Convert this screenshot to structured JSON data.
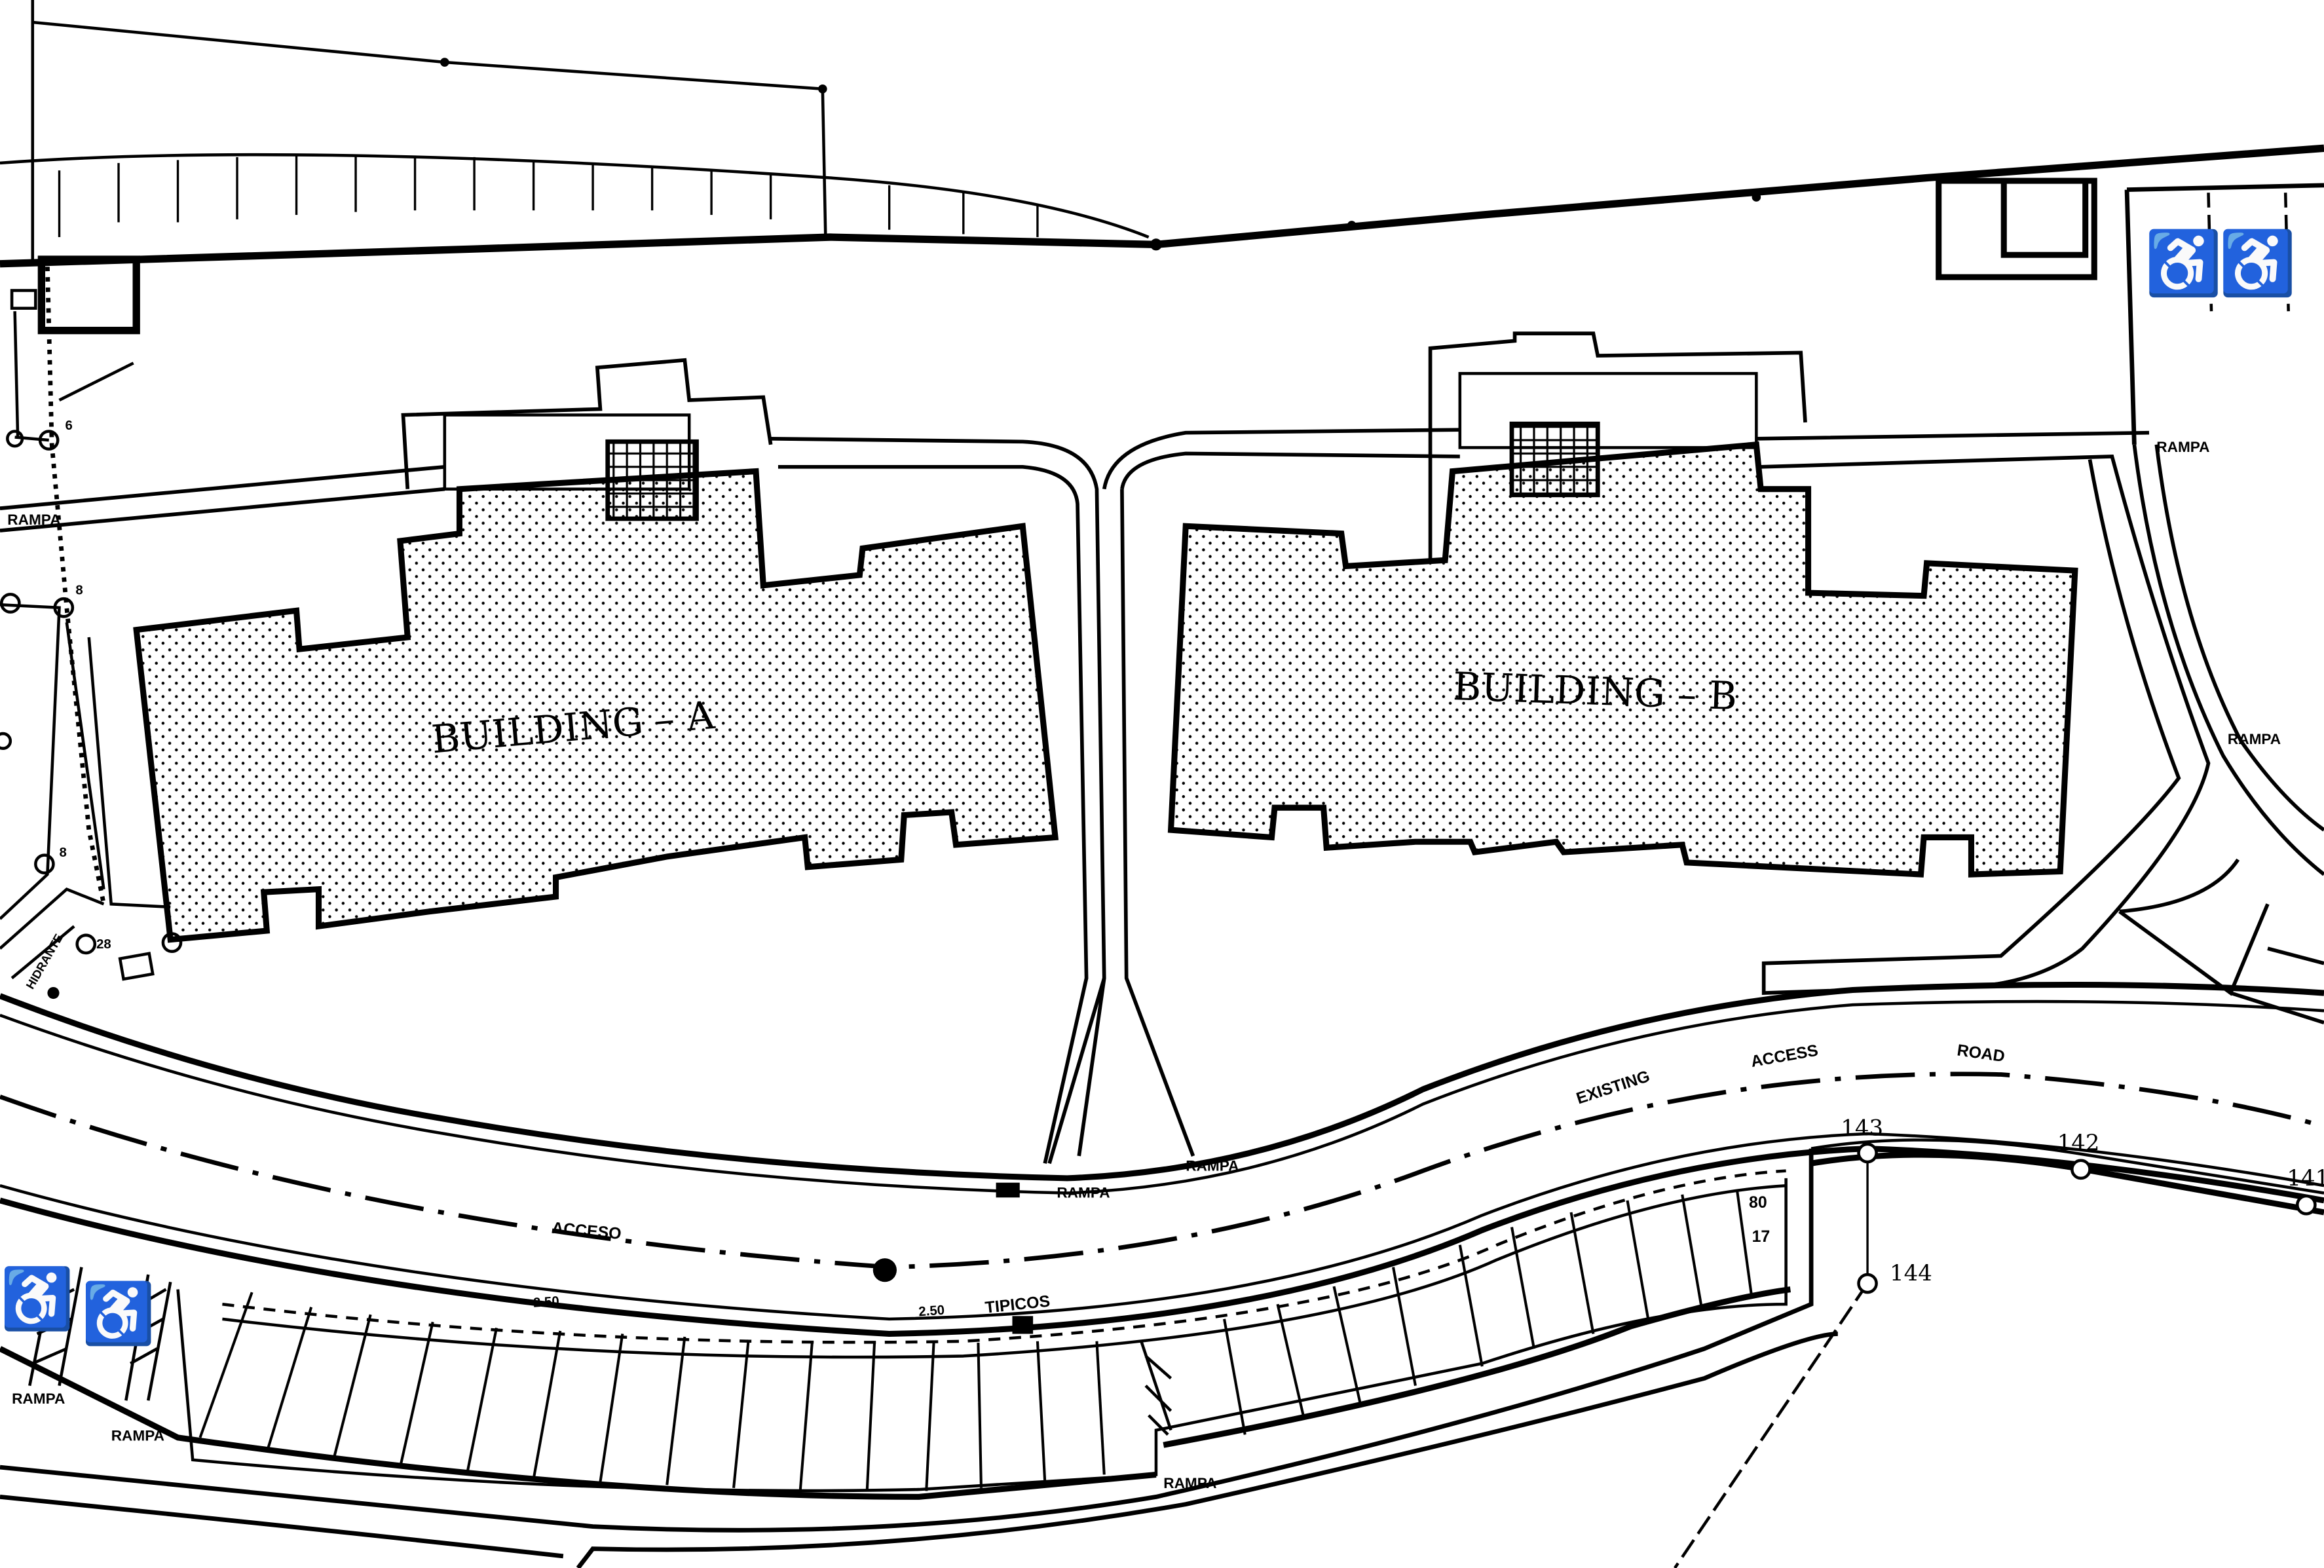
{
  "plan": {
    "buildings": [
      {
        "label": "BUILDING – A"
      },
      {
        "label": "BUILDING – B"
      }
    ],
    "road_label": [
      "EXISTING",
      "ACCESS",
      "ROAD"
    ],
    "access_label": "ACCESO",
    "ramp_label": "RAMPA",
    "parking": {
      "dim_1": "2.50",
      "dim_2": "2.50",
      "typical_label": "TIPICOS",
      "count_top": "80",
      "count_bottom": "17"
    },
    "hydrant_label": "HIDRANTE",
    "survey_points": [
      "143",
      "142",
      "141",
      "144"
    ],
    "pole_numbers": [
      "6",
      "8",
      "8",
      "28"
    ],
    "colors": {
      "ink": "#000000",
      "paper": "#ffffff"
    }
  }
}
